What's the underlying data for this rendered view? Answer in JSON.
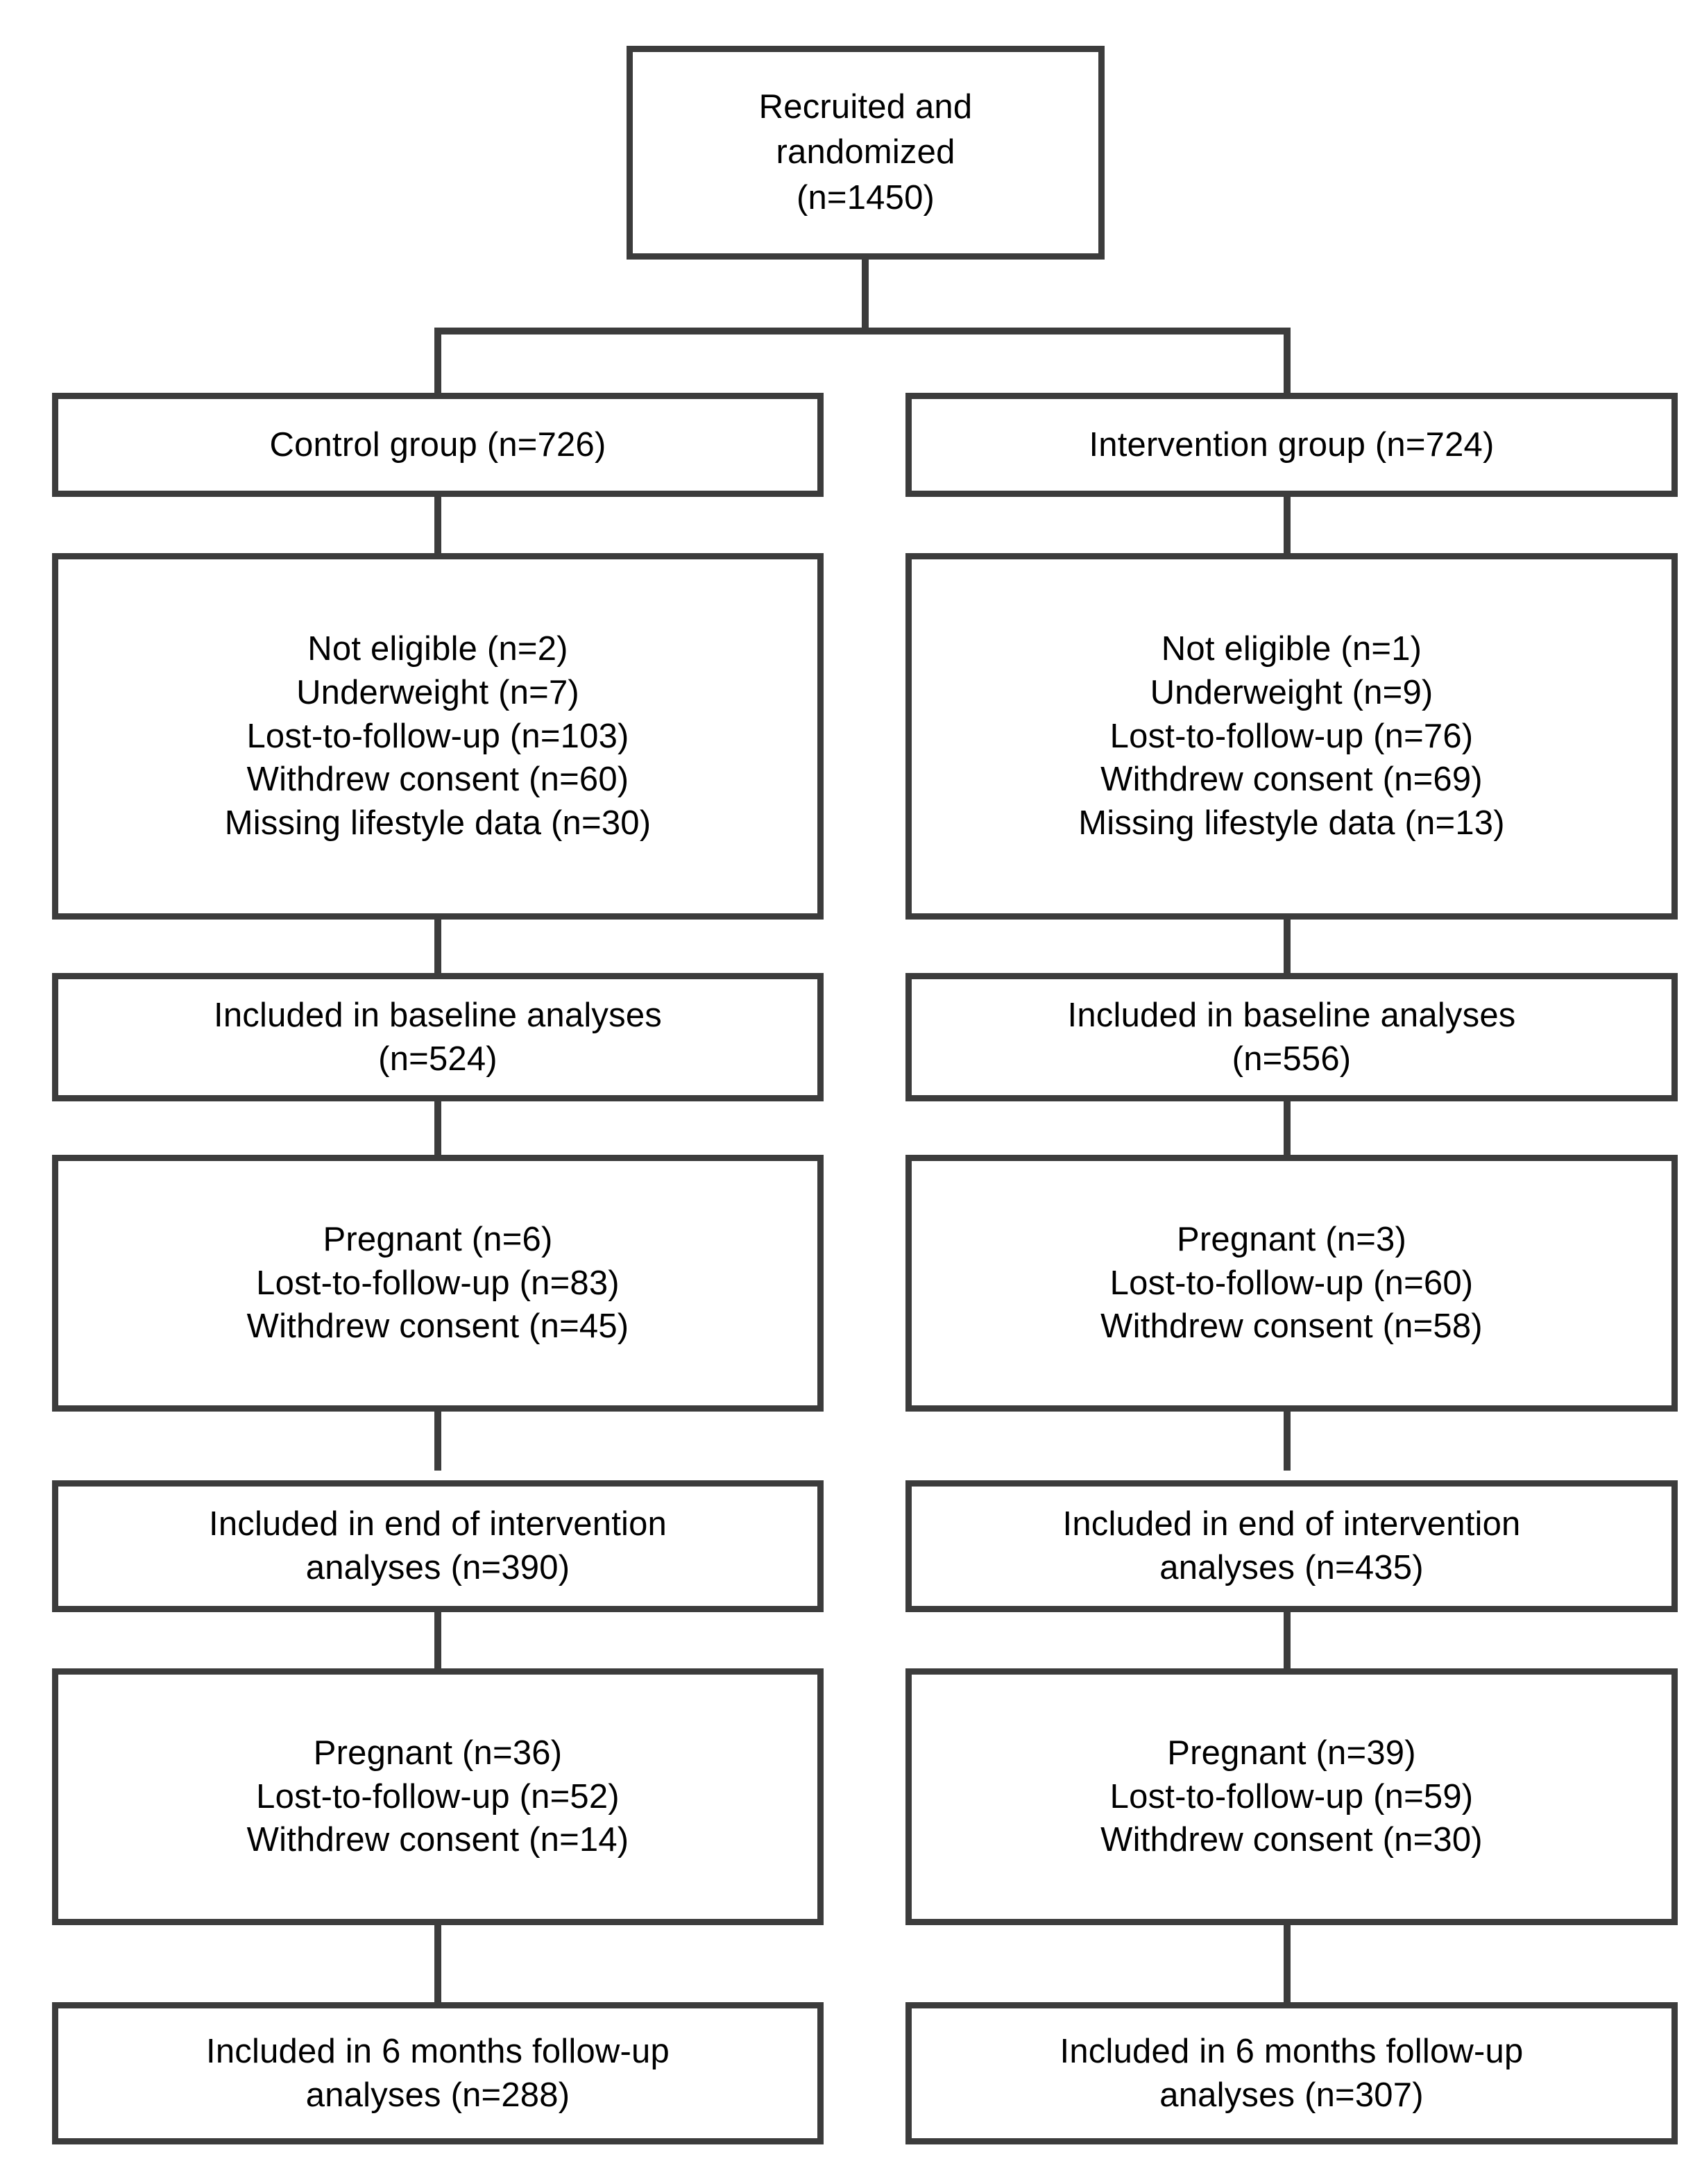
{
  "diagram": {
    "type": "flowchart",
    "title": "CONSORT participant flow diagram",
    "colors": {
      "box_border": "#3c3c3c",
      "connector": "#3c3c3c",
      "text": "#000000",
      "background": "#ffffff"
    },
    "root": {
      "lines": [
        "Recruited and",
        "randomized",
        "(n=1450)"
      ],
      "n": 1450
    },
    "arms": [
      {
        "key": "control",
        "header": {
          "lines": [
            "Control group (n=726)"
          ],
          "n": 726
        },
        "exclusions_baseline": {
          "lines": [
            "Not eligible (n=2)",
            "Underweight (n=7)",
            "Lost-to-follow-up (n=103)",
            "Withdrew consent (n=60)",
            "Missing lifestyle data (n=30)"
          ],
          "items": [
            {
              "reason": "Not eligible",
              "n": 2
            },
            {
              "reason": "Underweight",
              "n": 7
            },
            {
              "reason": "Lost-to-follow-up",
              "n": 103
            },
            {
              "reason": "Withdrew consent",
              "n": 60
            },
            {
              "reason": "Missing lifestyle data",
              "n": 30
            }
          ]
        },
        "baseline": {
          "lines": [
            "Included in baseline analyses",
            "(n=524)"
          ],
          "n": 524
        },
        "exclusions_intervention": {
          "lines": [
            "Pregnant (n=6)",
            "Lost-to-follow-up (n=83)",
            "Withdrew consent (n=45)"
          ],
          "items": [
            {
              "reason": "Pregnant",
              "n": 6
            },
            {
              "reason": "Lost-to-follow-up",
              "n": 83
            },
            {
              "reason": "Withdrew consent",
              "n": 45
            }
          ]
        },
        "end_of_intervention": {
          "lines": [
            "Included in end of intervention",
            "analyses (n=390)"
          ],
          "n": 390
        },
        "exclusions_followup": {
          "lines": [
            "Pregnant (n=36)",
            "Lost-to-follow-up (n=52)",
            "Withdrew consent (n=14)"
          ],
          "items": [
            {
              "reason": "Pregnant",
              "n": 36
            },
            {
              "reason": "Lost-to-follow-up",
              "n": 52
            },
            {
              "reason": "Withdrew consent",
              "n": 14
            }
          ]
        },
        "followup": {
          "lines": [
            "Included in 6 months follow-up",
            "analyses (n=288)"
          ],
          "n": 288
        }
      },
      {
        "key": "intervention",
        "header": {
          "lines": [
            "Intervention group (n=724)"
          ],
          "n": 724
        },
        "exclusions_baseline": {
          "lines": [
            "Not eligible (n=1)",
            "Underweight (n=9)",
            "Lost-to-follow-up (n=76)",
            "Withdrew consent (n=69)",
            "Missing lifestyle data (n=13)"
          ],
          "items": [
            {
              "reason": "Not eligible",
              "n": 1
            },
            {
              "reason": "Underweight",
              "n": 9
            },
            {
              "reason": "Lost-to-follow-up",
              "n": 76
            },
            {
              "reason": "Withdrew consent",
              "n": 69
            },
            {
              "reason": "Missing lifestyle data",
              "n": 13
            }
          ]
        },
        "baseline": {
          "lines": [
            "Included in baseline analyses",
            "(n=556)"
          ],
          "n": 556
        },
        "exclusions_intervention": {
          "lines": [
            "Pregnant (n=3)",
            "Lost-to-follow-up (n=60)",
            "Withdrew consent (n=58)"
          ],
          "items": [
            {
              "reason": "Pregnant",
              "n": 3
            },
            {
              "reason": "Lost-to-follow-up",
              "n": 60
            },
            {
              "reason": "Withdrew consent",
              "n": 58
            }
          ]
        },
        "end_of_intervention": {
          "lines": [
            "Included in end of intervention",
            "analyses (n=435)"
          ],
          "n": 435
        },
        "exclusions_followup": {
          "lines": [
            "Pregnant (n=39)",
            "Lost-to-follow-up (n=59)",
            "Withdrew consent (n=30)"
          ],
          "items": [
            {
              "reason": "Pregnant",
              "n": 39
            },
            {
              "reason": "Lost-to-follow-up",
              "n": 59
            },
            {
              "reason": "Withdrew consent",
              "n": 30
            }
          ]
        },
        "followup": {
          "lines": [
            "Included in 6 months follow-up",
            "analyses (n=307)"
          ],
          "n": 307
        }
      }
    ]
  }
}
